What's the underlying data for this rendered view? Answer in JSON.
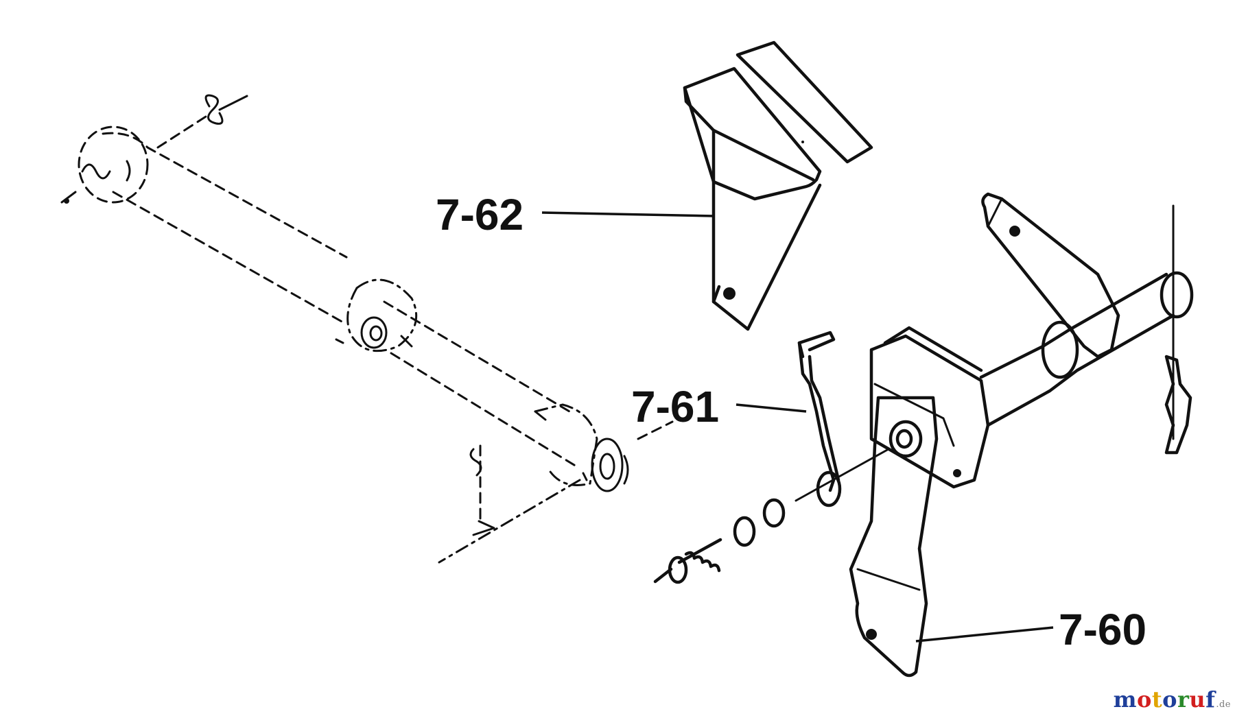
{
  "callouts": {
    "part_762": "7-62",
    "part_761": "7-61",
    "part_760": "7-60"
  },
  "watermark": {
    "letters": [
      "m",
      "o",
      "t",
      "o",
      "r",
      "u",
      "f"
    ],
    "colors": [
      "#1f3f9a",
      "#d21f1f",
      "#e0a400",
      "#1f3f9a",
      "#2a8a2a",
      "#d21f1f",
      "#1f3f9a"
    ],
    "suffix": ".de"
  }
}
